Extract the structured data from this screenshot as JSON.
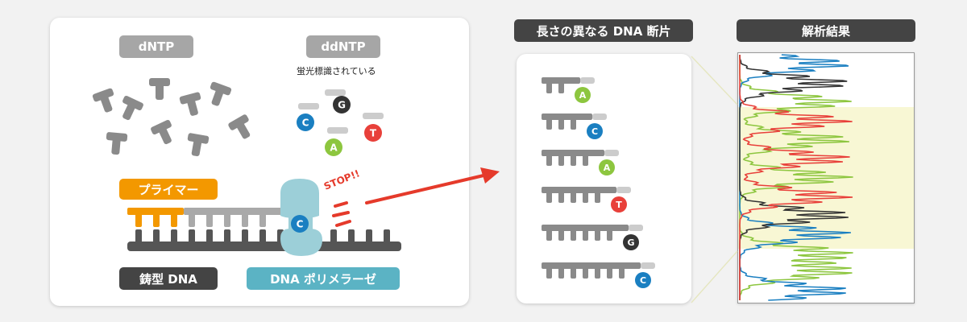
{
  "labels": {
    "dntp": "dNTP",
    "ddntp": "ddNTP",
    "ddntp_note": "蛍光標識されている",
    "primer": "プライマー",
    "template": "鋳型 DNA",
    "polymerase": "DNA ポリメラーゼ",
    "stop": "STOP!!",
    "fragments": "長さの異なる DNA 断片",
    "results": "解析結果"
  },
  "ddntp_bases": [
    "G",
    "C",
    "T",
    "A"
  ],
  "bound_base": "C",
  "fragment_bases": [
    "A",
    "C",
    "A",
    "T",
    "G",
    "C"
  ],
  "colors": {
    "A": "#8dc63f",
    "C": "#1a7fc1",
    "G": "#333333",
    "T": "#e8403a",
    "primer": "#f39800",
    "template": "#555555",
    "polymerase": "#5bb3c4",
    "arrow": "#e53a2b",
    "highlight": "#f8f7d4"
  },
  "chart_data": {
    "type": "line",
    "trace_order": [
      "C",
      "G",
      "A",
      "T",
      "A",
      "T",
      "A",
      "T",
      "G",
      "C",
      "A",
      "A",
      "C"
    ]
  }
}
